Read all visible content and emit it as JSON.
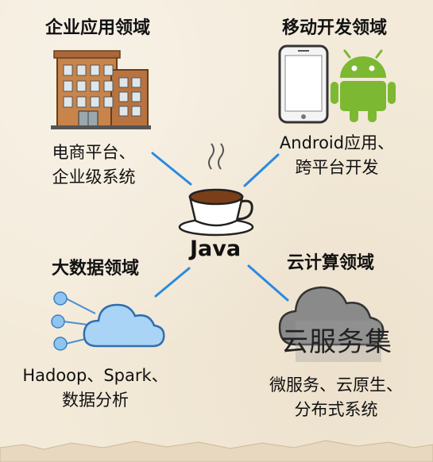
{
  "center": {
    "label": "Java"
  },
  "domains": {
    "enterprise": {
      "title": "企业应用领域",
      "desc_line1": "电商平台、",
      "desc_line2": "企业级系统"
    },
    "mobile": {
      "title": "移动开发领域",
      "desc_line1": "Android应用、",
      "desc_line2": "跨平台开发"
    },
    "bigdata": {
      "title": "大数据领域",
      "desc_line1": "Hadoop、Spark、",
      "desc_line2": "数据分析"
    },
    "cloud": {
      "title": "云计算领域",
      "cloud_word": "云服务集",
      "desc_line1": "微服务、云原生、",
      "desc_line2": "分布式系统"
    }
  },
  "colors": {
    "background": "#f3ead9",
    "connector": "#2a8be0",
    "building": "#c8844a",
    "android": "#7cb832",
    "cloud_blue": "#5aa0da",
    "storm_cloud": "#7d7d7d"
  }
}
